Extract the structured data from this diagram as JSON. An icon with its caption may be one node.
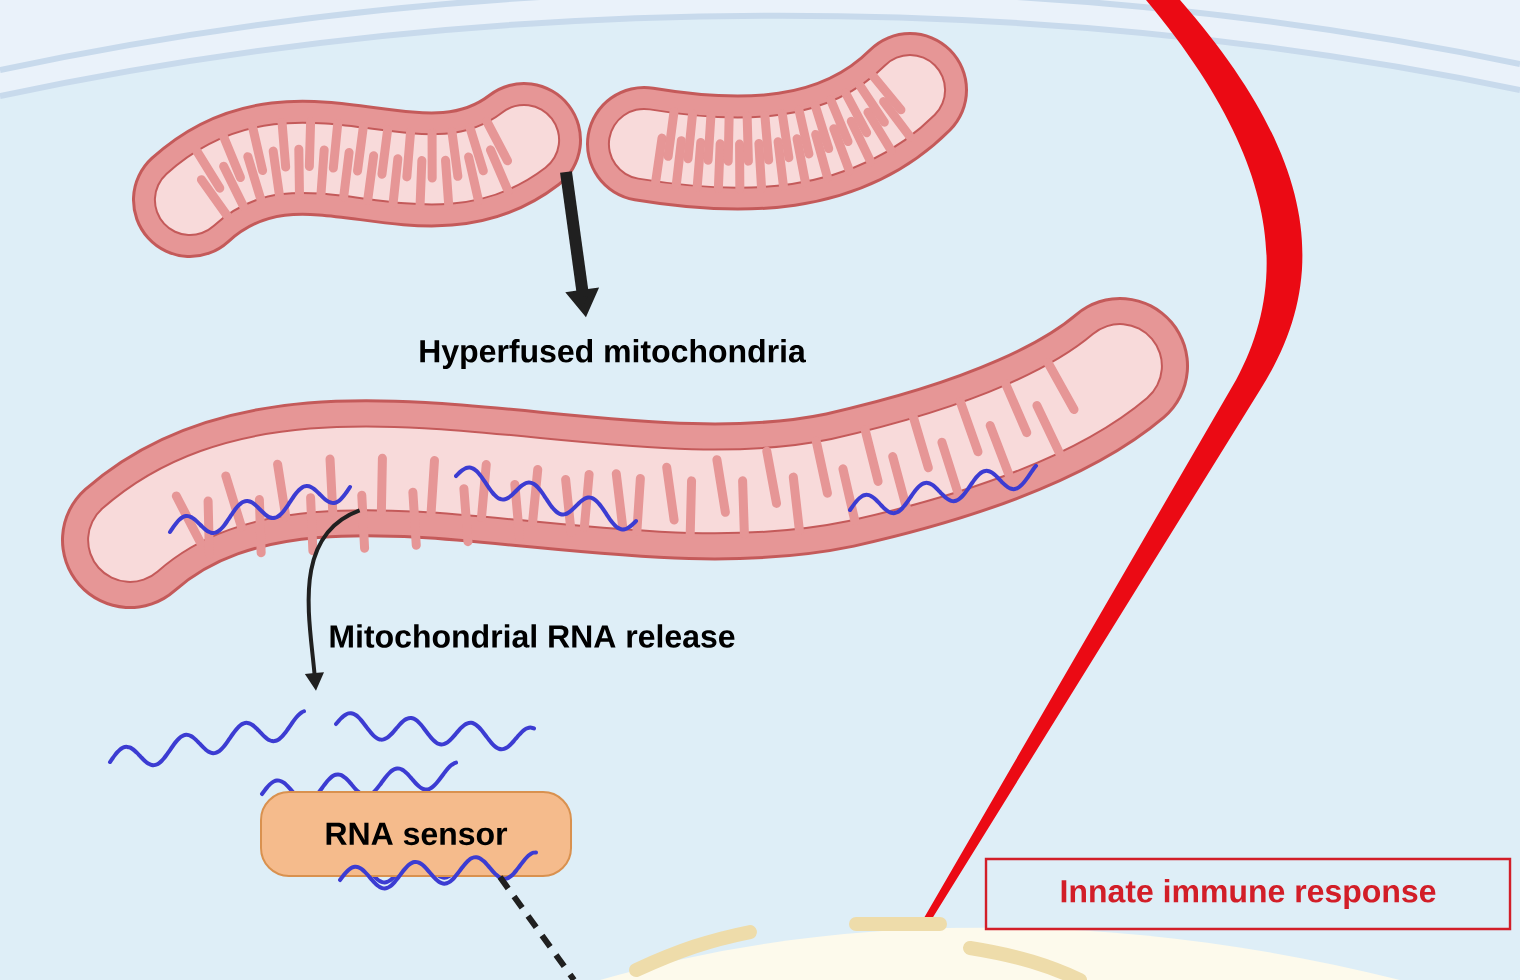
{
  "diagram": {
    "nodes": [
      {
        "text": [],
        "shape": "picture"
      },
      {
        "text": [],
        "shape": "picture"
      },
      {
        "text": [
          "Hyperfused mitochondria"
        ]
      },
      {
        "text": [
          "RNA sensor"
        ]
      },
      {
        "text": [
          "Innate immune response"
        ]
      }
    ],
    "edges": [
      {
        "from": 0,
        "to": 2,
        "arrow": "to",
        "style": "thick"
      },
      {
        "from": 1,
        "to": 2,
        "arrow": "to",
        "style": "thick"
      },
      {
        "from": 2,
        "to": 3,
        "arrow": "to",
        "label": "Mitochondrial RNA release"
      },
      {
        "from": 3,
        "to": null,
        "arrow": "none",
        "style": "dashed"
      }
    ]
  }
}
